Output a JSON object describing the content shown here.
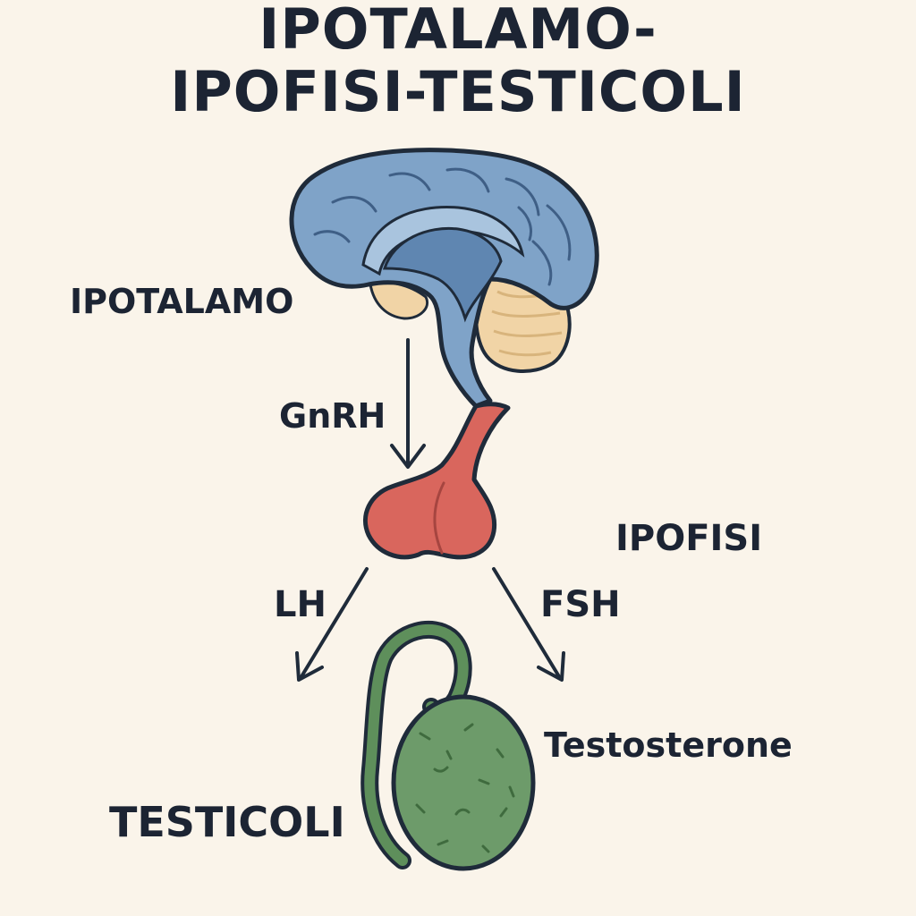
{
  "title": {
    "line1": "IPOTALAMO-",
    "line2": "IPOFISI-TESTICOLI"
  },
  "labels": {
    "hypothalamus": "IPOTALAMO",
    "gnrh": "GnRH",
    "pituitary": "IPOFISI",
    "lh": "LH",
    "fsh": "FSH",
    "testosterone": "Testosterone",
    "testes": "TESTICOLI"
  },
  "colors": {
    "background": "#faf4ea",
    "text": "#1c2433",
    "brain": "#7fa3c8",
    "brain_dark": "#5f86b1",
    "cerebellum": "#f1d4a6",
    "pituitary": "#d9665d",
    "testis": "#6d9b6a",
    "epididymis": "#5e8f5b",
    "outline": "#1f2b3a"
  }
}
